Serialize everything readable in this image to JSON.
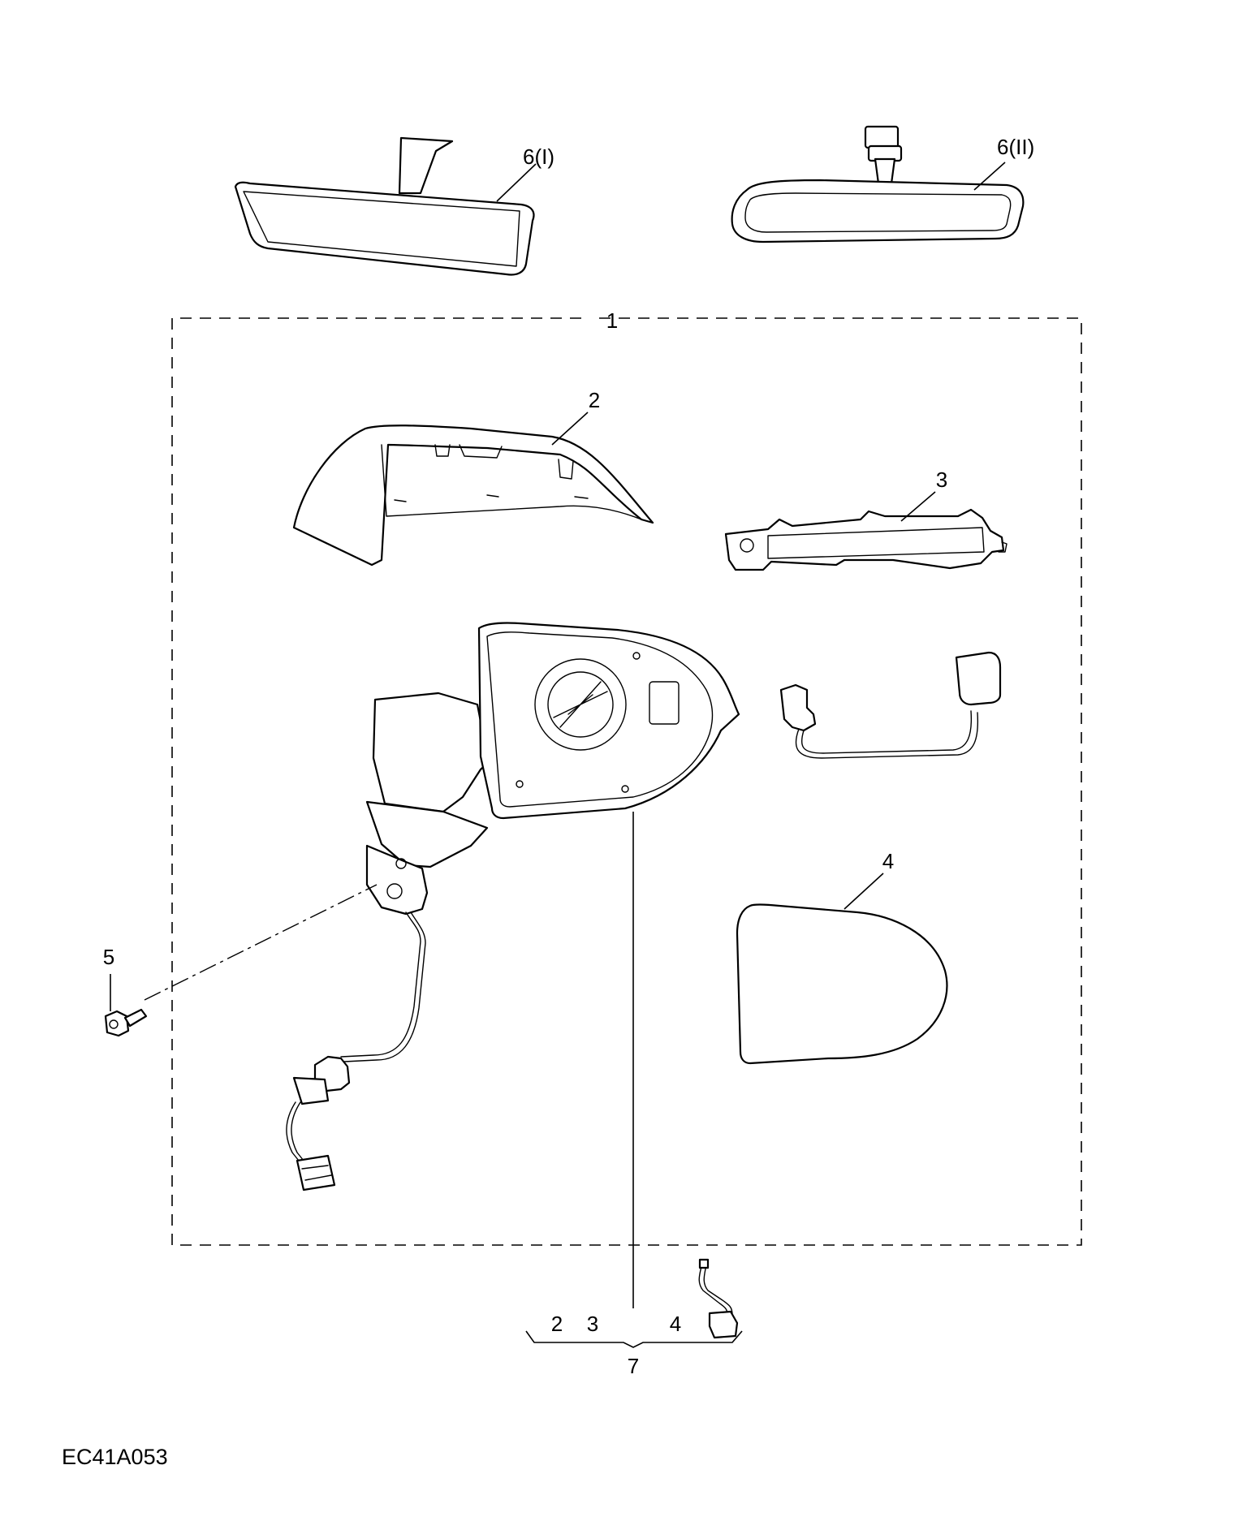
{
  "figure_code": "EC41A053",
  "callouts": {
    "c1": "1",
    "c2": "2",
    "c3": "3",
    "c4": "4",
    "c5": "5",
    "c6a": "6(I)",
    "c6b": "6(II)",
    "c7": "7",
    "kit_2": "2",
    "kit_3": "3",
    "kit_4": "4"
  },
  "parts": [
    {
      "id": "1",
      "name": "door-mirror-assembly-outline"
    },
    {
      "id": "2",
      "name": "mirror-cap"
    },
    {
      "id": "3",
      "name": "side-repeater-lamp"
    },
    {
      "id": "4",
      "name": "mirror-glass"
    },
    {
      "id": "5",
      "name": "bolt"
    },
    {
      "id": "6(I)",
      "name": "interior-mirror-standard"
    },
    {
      "id": "6(II)",
      "name": "interior-mirror-auto-dimming"
    },
    {
      "id": "7",
      "name": "repair-kit"
    }
  ]
}
